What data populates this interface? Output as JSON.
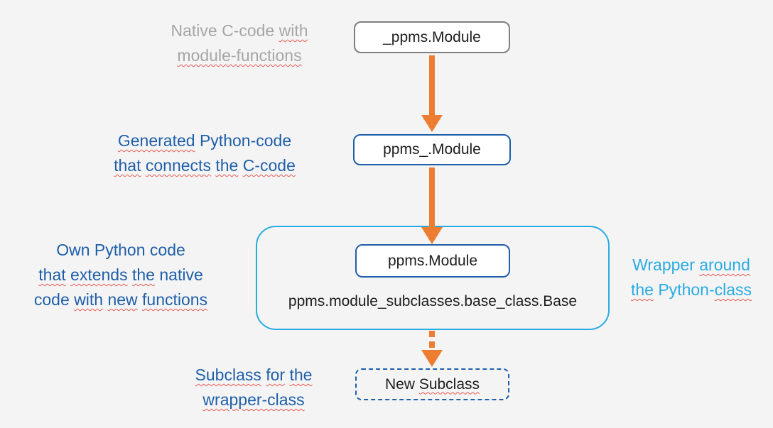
{
  "colors": {
    "background": "#f4f4f5",
    "orange": "#ed7d31",
    "blue": "#1f5fa9",
    "cyan": "#29abe2",
    "gray_border": "#7f7f7f",
    "gray_text": "#a6a6a6",
    "text": "#1d1d1d",
    "node_fill": "#ffffff",
    "squiggle": "#e55b54"
  },
  "nodes": {
    "native": {
      "label": "_ppms.Module"
    },
    "generated": {
      "label": "ppms_.Module"
    },
    "wrapper": {
      "label": "ppms.Module"
    },
    "base": {
      "label": "ppms.module_subclasses.base_class.Base"
    },
    "new_subclass": {
      "lines": [
        [
          {
            "t": "New ",
            "s": false
          },
          {
            "t": "Subclass",
            "s": true
          }
        ]
      ]
    }
  },
  "annotations": {
    "native": {
      "lines": [
        [
          {
            "t": "Native C-code ",
            "s": false
          },
          {
            "t": "with",
            "s": true
          }
        ],
        [
          {
            "t": "module-functions",
            "s": true
          }
        ]
      ]
    },
    "generated": {
      "lines": [
        [
          {
            "t": "Generated",
            "s": true
          },
          {
            "t": " Python-code",
            "s": false
          }
        ],
        [
          {
            "t": "that",
            "s": true
          },
          {
            "t": " ",
            "s": false
          },
          {
            "t": "connects",
            "s": true
          },
          {
            "t": " ",
            "s": false
          },
          {
            "t": "the",
            "s": true
          },
          {
            "t": " ",
            "s": false
          },
          {
            "t": "C-code",
            "s": true
          }
        ]
      ]
    },
    "own": {
      "lines": [
        [
          {
            "t": "Own Python code",
            "s": false
          }
        ],
        [
          {
            "t": "that",
            "s": true
          },
          {
            "t": " ",
            "s": false
          },
          {
            "t": "extends",
            "s": true
          },
          {
            "t": " ",
            "s": false
          },
          {
            "t": "the",
            "s": true
          },
          {
            "t": " native",
            "s": false
          }
        ],
        [
          {
            "t": "code ",
            "s": false
          },
          {
            "t": "with",
            "s": true
          },
          {
            "t": " ",
            "s": false
          },
          {
            "t": "new",
            "s": true
          },
          {
            "t": " ",
            "s": false
          },
          {
            "t": "functions",
            "s": true
          }
        ]
      ]
    },
    "wrapper": {
      "lines": [
        [
          {
            "t": "Wrapper ",
            "s": false
          },
          {
            "t": "around",
            "s": true
          }
        ],
        [
          {
            "t": "the",
            "s": true
          },
          {
            "t": " Python-",
            "s": false
          },
          {
            "t": "class",
            "s": true
          }
        ]
      ]
    },
    "subclass": {
      "lines": [
        [
          {
            "t": "Subclass",
            "s": true
          },
          {
            "t": " ",
            "s": false
          },
          {
            "t": "for",
            "s": true
          },
          {
            "t": " ",
            "s": false
          },
          {
            "t": "the",
            "s": true
          }
        ],
        [
          {
            "t": "wrapper-class",
            "s": true
          }
        ]
      ]
    }
  }
}
